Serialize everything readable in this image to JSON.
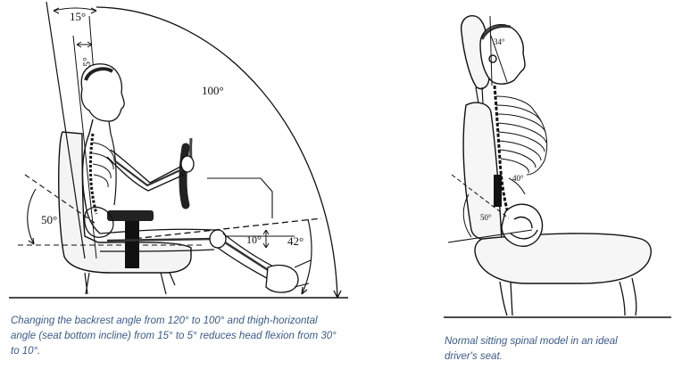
{
  "left_figure": {
    "angles": {
      "top_outer": "15°",
      "top_inner": "5°",
      "backrest": "100°",
      "lumbar": "50°",
      "seat": "10°",
      "knee": "42°"
    },
    "caption": "Changing the backrest angle from 120° to 100° and thigh-horizontal angle (seat bottom incline) from 15° to 5° reduces head flexion from 30° to 10°."
  },
  "right_figure": {
    "angles": {
      "head": "34°",
      "lumbar_spine": "40°",
      "seat_back": "50°"
    },
    "caption": "Normal sitting spinal model in an ideal driver's seat."
  }
}
